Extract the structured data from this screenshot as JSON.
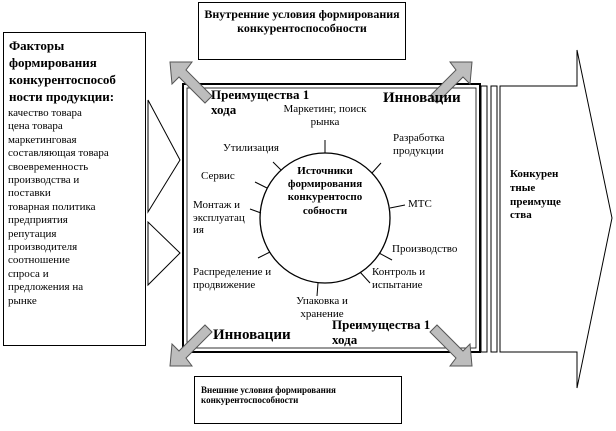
{
  "internal_conditions": "Внутренние условия формирования\nконкурентоспособности",
  "external_conditions": "Внешние условия формирования\nконкурентоспособности",
  "factors": {
    "title": "Факторы\nформирования\nконкурентоспособ\nности продукции:",
    "items": [
      "  качество товара",
      "  цена товара",
      "  маркетинговая\nсоставляющая товара",
      "  своевременность\nпроизводства и\nпоставки",
      "  товарная политика\nпредприятия",
      "  репутация\nпроизводителя",
      "  соотношение\nспроса и\nпредложения на\nрынке"
    ]
  },
  "center_circle": "Источники\nформирования\nконкурентоспо\nсобности",
  "corners": {
    "top_left": "Преимущества 1\nхода",
    "top_right": "Инновации",
    "bottom_left": "Инновации",
    "bottom_right": "Преимущества 1\nхода"
  },
  "sources": {
    "marketing": "Маркетинг, поиск\nрынка",
    "development": "Разработка\nпродукции",
    "mts": "МТС",
    "production": "Производство",
    "control": "Контроль и\nиспытание",
    "packaging": "Упаковка и\nхранение",
    "distribution": "Распределение и\nпродвижение",
    "installation": "Монтаж и\nэксплуатац\nия",
    "service": "Сервис",
    "disposal": "Утилизация"
  },
  "result": "Конкурен\nтные\nпреимуще\nства",
  "colors": {
    "arrow_fill": "#bdbdbd",
    "line": "#000000",
    "background": "#ffffff"
  }
}
